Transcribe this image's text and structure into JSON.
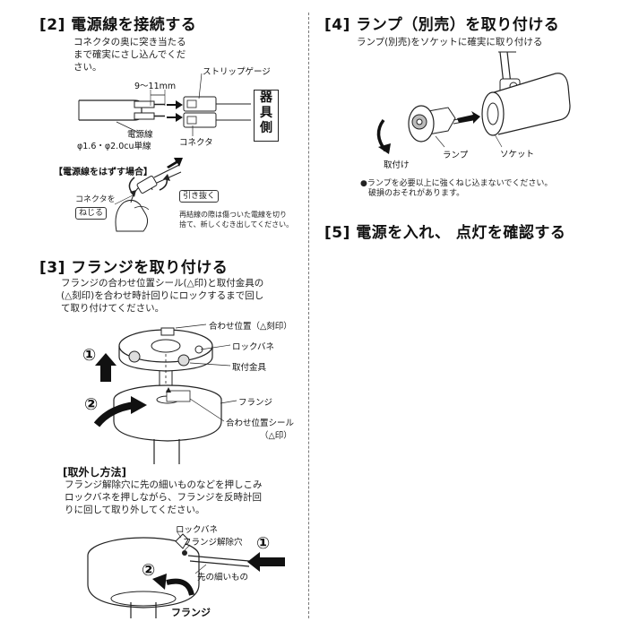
{
  "section2": {
    "title": "[2]  電源線を接続する",
    "desc": [
      "コネクタの奥に突き当たる",
      "まで確実にさし込んでくだ",
      "さい。"
    ],
    "labels": {
      "strip_gauge": "ストリップゲージ",
      "length": "9～11mm",
      "device_side": [
        "器",
        "具",
        "側"
      ],
      "wire": "電源線",
      "wire_spec": "φ1.6・φ2.0cu単線",
      "connector": "コネクタ"
    },
    "removal": {
      "title": "【電源線をはずす場合】",
      "connector_label": [
        "コネクタを",
        "ねじる"
      ],
      "pull_label": "引き抜く",
      "note": [
        "再結線の際は傷ついた電線を切り",
        "捨て、新しくむき出してください。"
      ]
    }
  },
  "section3": {
    "title": "[3]  フランジを取り付ける",
    "desc": [
      "フランジの合わせ位置シール(△印)と取付金具の",
      "(△刻印)を合わせ時計回りにロックするまで回し",
      "て取り付けてください。"
    ],
    "labels": {
      "align_mark": "合わせ位置（△刻印）",
      "lock_spring": "ロックバネ",
      "bracket": "取付金具",
      "flange": "フランジ",
      "seal": "合わせ位置シール",
      "seal_mark": "（△印）",
      "step1": "①",
      "step2": "②"
    },
    "removal": {
      "title": "[取外し方法]",
      "desc": [
        "フランジ解除穴に先の細いものなどを押しこみ",
        "ロックバネを押しながら、フランジを反時計回",
        "りに回して取り外してください。"
      ],
      "labels": {
        "lock_spring": "ロックバネ",
        "release_hole": "フランジ解除穴",
        "thin_object": "先の細いもの",
        "flange": "フランジ",
        "step1": "①",
        "step2": "②"
      }
    }
  },
  "section4": {
    "title": "[4]  ランプ（別売）を取り付ける",
    "desc": "ランプ(別売)をソケットに確実に取り付ける",
    "labels": {
      "install": "取付け",
      "lamp": "ランプ",
      "socket": "ソケット"
    },
    "warning": [
      "●ランプを必要以上に強くねじ込まないでください。",
      "破損のおそれがあります。"
    ]
  },
  "section5": {
    "title": "[5]  電源を入れ、 点灯を確認する"
  }
}
